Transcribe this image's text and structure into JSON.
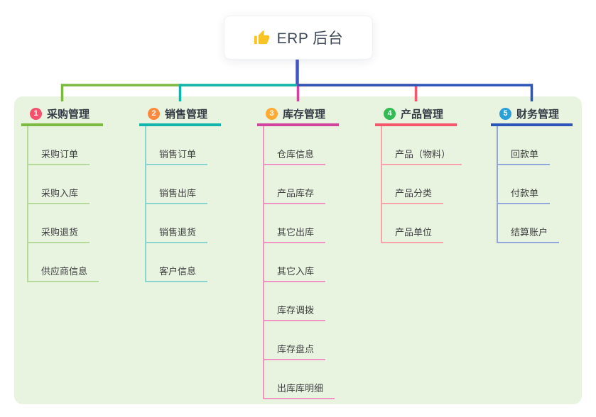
{
  "root": {
    "icon": "thumbs-up-icon",
    "label": "ERP 后台"
  },
  "branches": [
    {
      "number": "1",
      "label": "采购管理",
      "badge_color": "#f4516c",
      "main_color": "#7cb93f",
      "child_color": "#b6d99c",
      "children": [
        "采购订单",
        "采购入库",
        "采购退货",
        "供应商信息"
      ]
    },
    {
      "number": "2",
      "label": "销售管理",
      "badge_color": "#fb8a3c",
      "main_color": "#12b5ac",
      "child_color": "#8bd5cf",
      "children": [
        "销售订单",
        "销售出库",
        "销售退货",
        "客户信息"
      ]
    },
    {
      "number": "3",
      "label": "库存管理",
      "badge_color": "#ffaa33",
      "main_color": "#d2439e",
      "child_color": "#f092c2",
      "children": [
        "仓库信息",
        "产品库存",
        "其它出库",
        "其它入库",
        "库存调拨",
        "库存盘点",
        "出库库明细"
      ]
    },
    {
      "number": "4",
      "label": "产品管理",
      "badge_color": "#33ba52",
      "main_color": "#f4566b",
      "child_color": "#f8a3aa",
      "children": [
        "产品（物料）",
        "产品分类",
        "产品单位"
      ]
    },
    {
      "number": "5",
      "label": "财务管理",
      "badge_color": "#2b9fd8",
      "main_color": "#2d54b8",
      "child_color": "#93a7dc",
      "children": [
        "回款单",
        "付款单",
        "结算账户"
      ]
    }
  ],
  "colors": {
    "root_connector": "#4355c8",
    "panel_bg": "#e8f4df",
    "icon_yellow": "#f7c325"
  }
}
